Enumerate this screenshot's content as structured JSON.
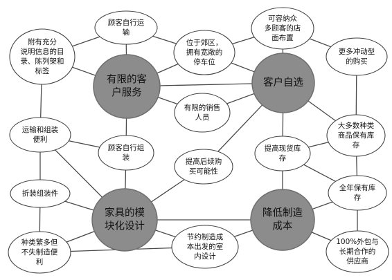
{
  "style": {
    "line_color": "#4a4a4a",
    "main_node_fill": "#8c8c8c",
    "main_node_stroke": "#6e6e6e",
    "node_fill": "#ffffff",
    "node_stroke": "#444444",
    "text_color": "#111111"
  },
  "main_nodes": [
    {
      "id": "limited-service",
      "lines": [
        "有限的客",
        "户服务"
      ]
    },
    {
      "id": "self-select",
      "lines": [
        "客户自选"
      ]
    },
    {
      "id": "modular-design",
      "lines": [
        "家具的模",
        "块化设计"
      ]
    },
    {
      "id": "cost-reduction",
      "lines": [
        "降低制造",
        "成本"
      ]
    }
  ],
  "nodes": [
    {
      "id": "info-catalog",
      "lines": [
        "附有充分",
        "说明信息的目",
        "录、陈列架和",
        "标签"
      ]
    },
    {
      "id": "self-transport",
      "lines": [
        "顾客自行运",
        "输"
      ]
    },
    {
      "id": "suburb-parking",
      "lines": [
        "位于郊区，",
        "拥有宽敞的",
        "停车位"
      ]
    },
    {
      "id": "store-layout",
      "lines": [
        "可容纳众",
        "多顾客的店",
        "面布置"
      ]
    },
    {
      "id": "impulse-buy",
      "lines": [
        "更多冲动型",
        "的购买"
      ]
    },
    {
      "id": "limited-sales",
      "lines": [
        "有限的销售",
        "人员"
      ]
    },
    {
      "id": "transport-assembly",
      "lines": [
        "运输和组装",
        "便利"
      ]
    },
    {
      "id": "self-assembly",
      "lines": [
        "顾客自行组",
        "装"
      ]
    },
    {
      "id": "follow-up",
      "lines": [
        "提高后续购",
        "买可能性"
      ]
    },
    {
      "id": "inventory-up",
      "lines": [
        "提高现货库",
        "存"
      ]
    },
    {
      "id": "many-in-stock",
      "lines": [
        "大多数种类",
        "商品保有库",
        "存"
      ]
    },
    {
      "id": "flat-pack",
      "lines": [
        "折装组装件"
      ]
    },
    {
      "id": "year-round",
      "lines": [
        "全年保有库",
        "存"
      ]
    },
    {
      "id": "variety-easy",
      "lines": [
        "种类繁多但",
        "不失制造便",
        "利"
      ]
    },
    {
      "id": "cost-interior",
      "lines": [
        "节约制造成",
        "本出发的室",
        "内设计"
      ]
    },
    {
      "id": "outsourcing",
      "lines": [
        "100%外包与",
        "长期合作的",
        "供应商"
      ]
    }
  ]
}
